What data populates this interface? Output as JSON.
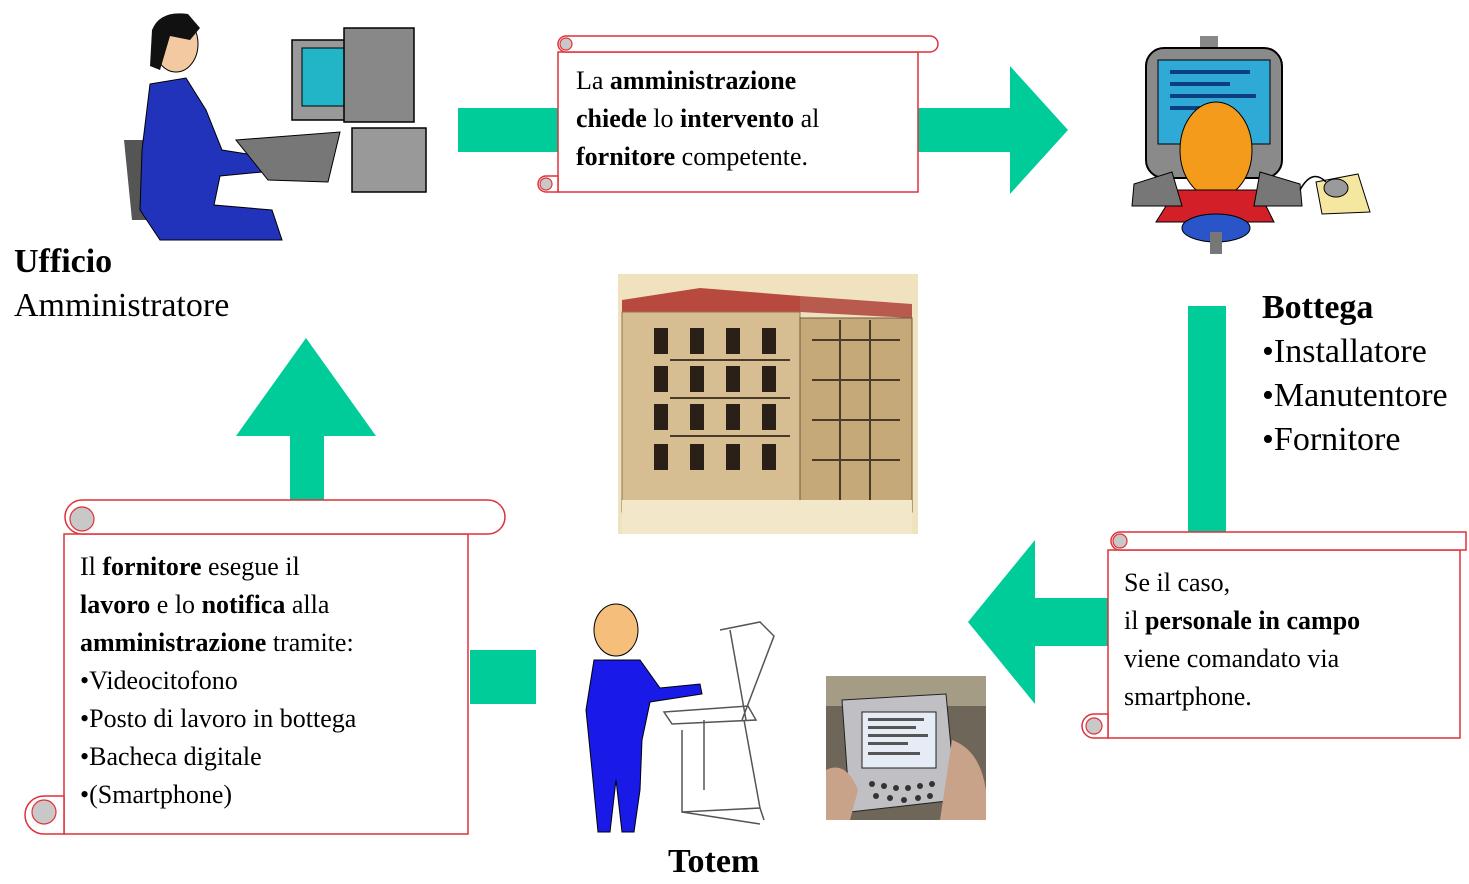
{
  "colors": {
    "arrow": "#00CC99",
    "scroll_border": "#E0303A",
    "scroll_curl": "#C8C8C8"
  },
  "icons": {
    "office": "office-worker-computer-icon",
    "workshop": "workshop-worker-computer-icon",
    "kiosk": "totem-kiosk-user-icon",
    "phone": "smartphone-photo-icon",
    "building": "building-facade-drawing-icon"
  },
  "top_scroll": {
    "w1": "La ",
    "b1": "amministrazione",
    "b2": "chiede",
    "w2": " lo ",
    "b3": "intervento",
    "w3": " al",
    "b4": "fornitore",
    "w4": " competente."
  },
  "ufficio": {
    "title": "Ufficio",
    "subtitle": "Amministratore"
  },
  "bottega": {
    "title": "Bottega",
    "items": [
      "•Installatore",
      "•Manutentore",
      "•Fornitore"
    ]
  },
  "right_scroll": {
    "l1": "Se il caso,",
    "w1": "il ",
    "b1": "personale in campo",
    "l3": "viene comandato via",
    "l4": "smartphone."
  },
  "left_scroll": {
    "w1": "Il ",
    "b1": "fornitore",
    "w2": " esegue il",
    "b2": "lavoro",
    "w3": " e lo ",
    "b3": "notifica",
    "w4": " alla",
    "b4": "amministrazione",
    "w5": " tramite:",
    "items": [
      "•Videocitofono",
      "•Posto di lavoro in bottega",
      "•Bacheca digitale",
      "•(Smartphone)"
    ]
  },
  "totem": {
    "title": "Totem"
  }
}
